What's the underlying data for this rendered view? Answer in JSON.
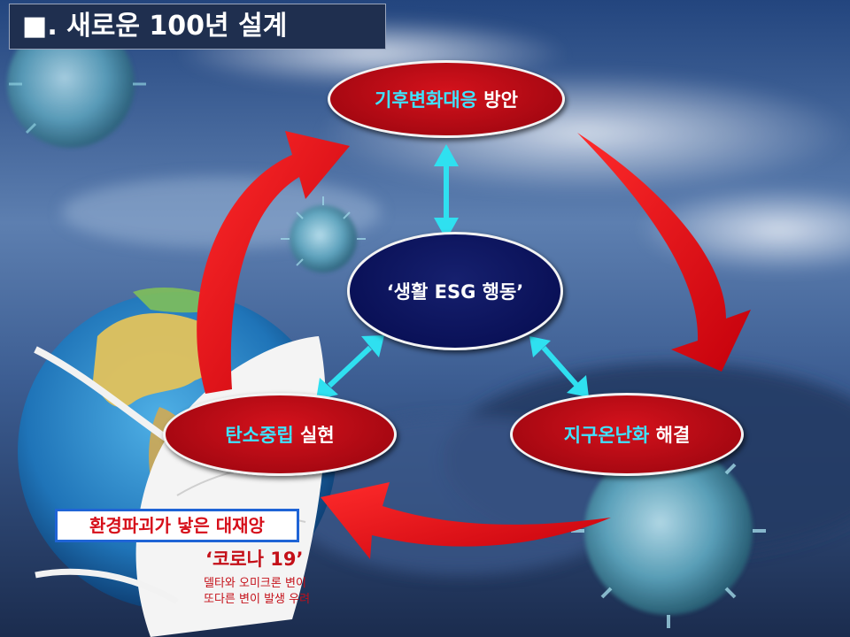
{
  "title": "■. 새로운 100년 설계",
  "nodes": {
    "top": {
      "highlight": "기후변화대응",
      "rest": " 방안"
    },
    "center": {
      "label": "‘생활 ESG 행동’"
    },
    "left": {
      "highlight": "탄소중립",
      "rest": " 실현"
    },
    "right": {
      "highlight": "지구온난화",
      "rest": " 해결"
    }
  },
  "callout": {
    "badge": "환경파괴가 낳은 대재앙",
    "headline": "‘코로나 19’",
    "line1": "델타와 오미크론 변이",
    "line2": "또다른 변이 발생 우려"
  },
  "colors": {
    "accent_red": "#c8101a",
    "oval_red": "#a80812",
    "oval_navy": "#0a1158",
    "connector_cyan": "#2fe0f0",
    "title_bg": "#1f2f4f",
    "badge_border": "#1f64d6"
  },
  "icons": [
    "virus-icon",
    "globe-icon",
    "mask-icon"
  ]
}
